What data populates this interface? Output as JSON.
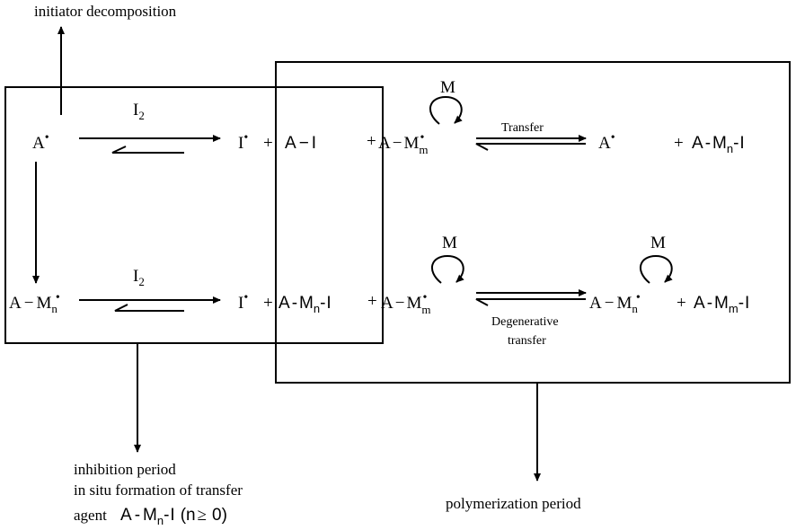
{
  "captions": {
    "initiator": "initiator decomposition",
    "inhibition_line1": "inhibition period",
    "inhibition_line2": "in situ formation of transfer",
    "inhibition_agent": "agent",
    "inhibition_formula": "A-Mn-I (n≥ 0)",
    "polymerization": "polymerization period"
  },
  "labels": {
    "reagent": "I2",
    "monomer": "M",
    "transfer": "Transfer",
    "degenerative_line1": "Degenerative",
    "degenerative_line2": "transfer"
  },
  "species": {
    "a_radical": "A•",
    "iodine_radical": "I•",
    "transfer_agent": "A-I",
    "growing_radical_n": "A-Mn•",
    "growing_radical_m": "A-Mm•",
    "dormant_n": "A-Mn-I",
    "dormant_m": "A-Mm-I",
    "plus": "+"
  },
  "colors": {
    "ink": "#000000",
    "background": "#ffffff"
  }
}
